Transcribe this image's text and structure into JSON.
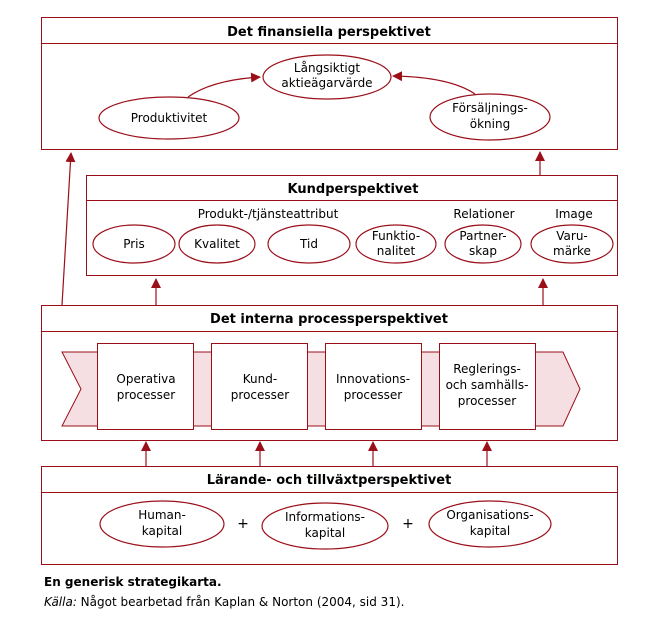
{
  "colors": {
    "frame": "#9b0f19",
    "text": "#000000",
    "background": "#ffffff",
    "chevron_fill": "#f6dfe2"
  },
  "financial": {
    "title": "Det finansiella perspektivet",
    "goal_line1": "Långsiktigt",
    "goal_line2": "aktieägarvärde",
    "productivity": "Produktivitet",
    "sales_line1": "Försäljnings-",
    "sales_line2": "ökning"
  },
  "customer": {
    "title": "Kundperspektivet",
    "group_attributes": "Produkt-/tjänsteattribut",
    "group_relations": "Relationer",
    "group_image": "Image",
    "items": [
      {
        "line1": "Pris",
        "line2": ""
      },
      {
        "line1": "Kvalitet",
        "line2": ""
      },
      {
        "line1": "Tid",
        "line2": ""
      },
      {
        "line1": "Funktio-",
        "line2": "nalitet"
      },
      {
        "line1": "Partner-",
        "line2": "skap"
      },
      {
        "line1": "Varu-",
        "line2": "märke"
      }
    ]
  },
  "internal": {
    "title": "Det interna processperspektivet",
    "processes": [
      {
        "line1": "Operativa",
        "line2": "processer",
        "line3": ""
      },
      {
        "line1": "Kund-",
        "line2": "processer",
        "line3": ""
      },
      {
        "line1": "Innovations-",
        "line2": "processer",
        "line3": ""
      },
      {
        "line1": "Reglerings-",
        "line2": "och samhälls-",
        "line3": "processer"
      }
    ]
  },
  "learning": {
    "title": "Lärande- och tillväxtperspektivet",
    "plus": "+",
    "capitals": [
      {
        "line1": "Human-",
        "line2": "kapital"
      },
      {
        "line1": "Informations-",
        "line2": "kapital"
      },
      {
        "line1": "Organisations-",
        "line2": "kapital"
      }
    ]
  },
  "caption": {
    "title": "En generisk strategikarta.",
    "source_label": "Källa:",
    "source_text": " Något bearbetad från Kaplan & Norton (2004, sid 31)."
  }
}
